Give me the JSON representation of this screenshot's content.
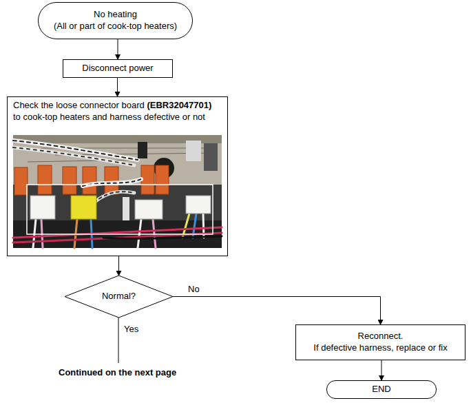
{
  "diagram": {
    "nodes": [
      {
        "text": [
          "No heating (All or part of cook-top heaters)"
        ]
      },
      {
        "text": [
          "Disconnect power"
        ]
      },
      {
        "text": [
          "Check the loose connector board (EBR32047701) to cook-top heaters and harness defective or not"
        ]
      },
      {
        "text": [
          "Normal?"
        ]
      },
      {
        "text": [
          "Reconnect. If defective harness, replace or fix"
        ]
      },
      {
        "text": [
          "END"
        ]
      }
    ],
    "edges": [
      {
        "from": 0,
        "to": 1,
        "arrow": "to"
      },
      {
        "from": 1,
        "to": 2,
        "arrow": "to"
      },
      {
        "from": 2,
        "to": 3,
        "arrow": "to"
      },
      {
        "from": 3,
        "to": 4,
        "label": "No",
        "arrow": "to"
      },
      {
        "from": 4,
        "to": 5,
        "arrow": "to"
      }
    ],
    "labels": [
      "Yes",
      "Continued on the next page"
    ]
  }
}
